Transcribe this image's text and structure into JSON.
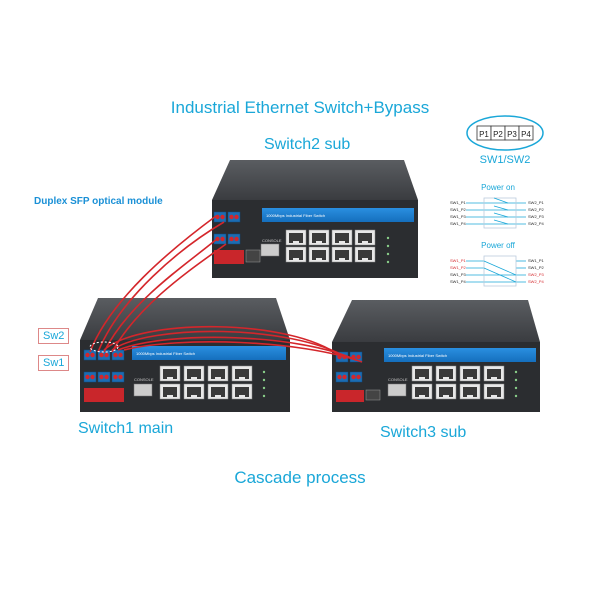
{
  "title": "Industrial Ethernet Switch+Bypass",
  "caption": "Cascade process",
  "switches": {
    "sw2": {
      "label": "Switch2 sub",
      "panel_text": "1000Mbps Industrial Fiber Switch",
      "console": "CONSOLE"
    },
    "sw1": {
      "label": "Switch1 main",
      "panel_text": "1000Mbps Industrial Fiber Switch",
      "console": "CONSOLE"
    },
    "sw3": {
      "label": "Switch3 sub",
      "panel_text": "1000Mbps Industrial Fiber Switch",
      "console": "CONSOLE"
    }
  },
  "sfp_label": "Duplex SFP optical module",
  "tags": {
    "sw2": "Sw2",
    "sw1": "Sw1"
  },
  "bypass": {
    "ports": [
      "P1",
      "P2",
      "P3",
      "P4"
    ],
    "name": "SW1/SW2",
    "power_on": {
      "title": "Power on",
      "left": [
        "SW1_P1",
        "SW1_P2",
        "SW1_P3",
        "SW1_P4"
      ],
      "right": [
        "SW2_P1",
        "SW2_P2",
        "SW2_P3",
        "SW2_P4"
      ]
    },
    "power_off": {
      "title": "Power off",
      "left": [
        "SW1_P1",
        "SW1_P2",
        "SW1_P3",
        "SW1_P4"
      ],
      "right": [
        "SW1_P1",
        "SW1_P2",
        "SW2_P3",
        "SW2_P4"
      ]
    }
  },
  "colors": {
    "accent": "#1aa7d8",
    "cable": "#d4262b",
    "body": "#2b2d30",
    "panel": "#1a7fd0"
  }
}
